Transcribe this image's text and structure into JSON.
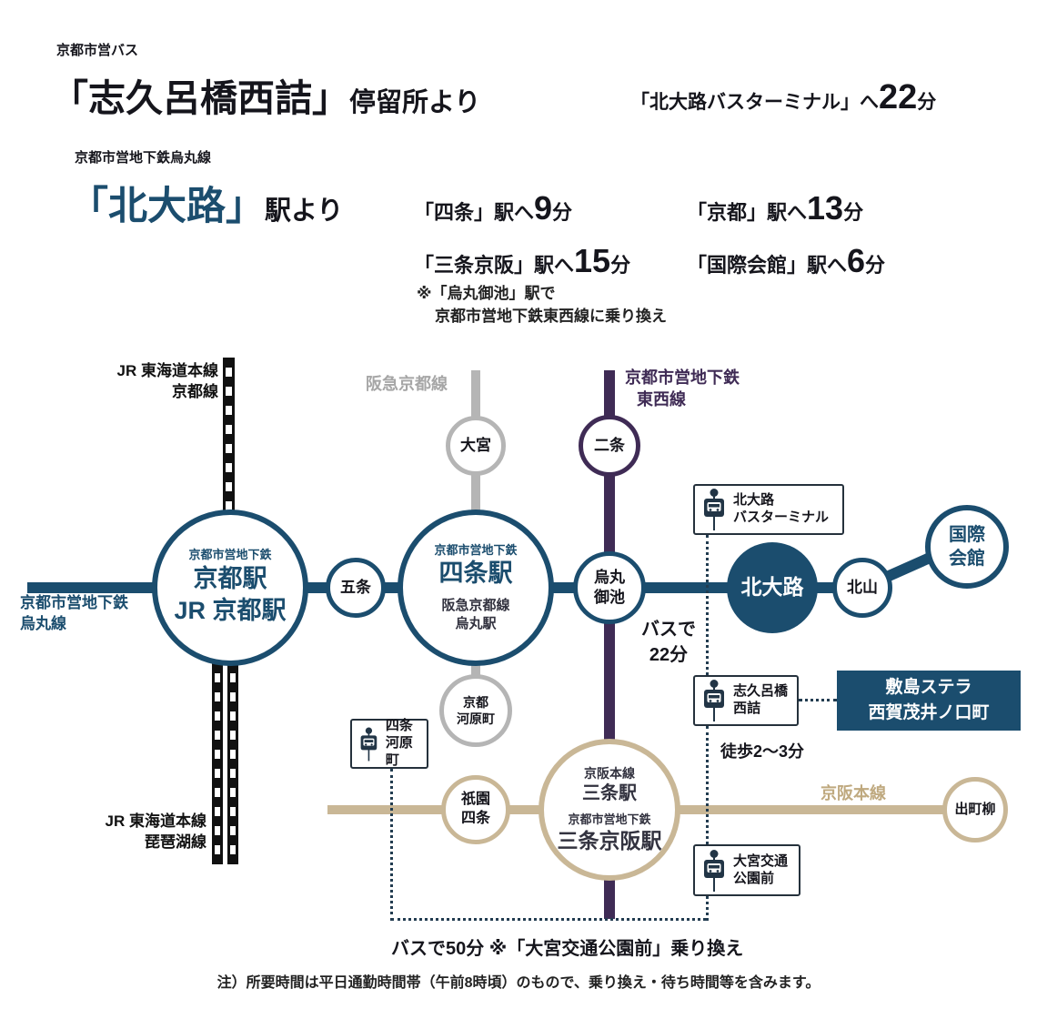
{
  "header": {
    "bus_company": "京都市営バス",
    "bus_stop_name": "「志久呂橋西詰」",
    "bus_stop_suffix": "停留所より",
    "bus_dest": {
      "pre": "「北大路バスターミナル」へ",
      "min": "22",
      "unit": "分"
    },
    "subway_line": "京都市営地下鉄烏丸線",
    "station_name": "「北大路」",
    "station_suffix": "駅より",
    "dest_shijo": {
      "pre": "「四条」駅へ",
      "min": "9",
      "unit": "分"
    },
    "dest_kyoto": {
      "pre": "「京都」駅へ",
      "min": "13",
      "unit": "分"
    },
    "dest_sanjokeihan": {
      "pre": "「三条京阪」駅へ",
      "min": "15",
      "unit": "分"
    },
    "dest_kokusaikaikan": {
      "pre": "「国際会館」駅へ",
      "min": "6",
      "unit": "分"
    },
    "transfer_note_line1": "※「烏丸御池」駅で",
    "transfer_note_line2": "京都市営地下鉄東西線に乗り換え"
  },
  "lines": {
    "jr_top": {
      "l1": "JR 東海道本線",
      "l2": "京都線"
    },
    "jr_bottom": {
      "l1": "JR 東海道本線",
      "l2": "琵琶湖線"
    },
    "hankyu": "阪急京都線",
    "tozai": {
      "l1": "京都市営地下鉄",
      "l2": "東西線"
    },
    "karasuma": {
      "l1": "京都市営地下鉄",
      "l2": "烏丸線"
    },
    "keihan": "京阪本線"
  },
  "stations": {
    "kyoto": {
      "l1": "京都市営地下鉄",
      "l2": "京都駅",
      "l3": "JR 京都駅"
    },
    "gojo": "五条",
    "shijo": {
      "l1": "京都市営地下鉄",
      "l2": "四条駅",
      "l3": "阪急京都線",
      "l4": "烏丸駅"
    },
    "karasuma_oike": {
      "l1": "烏丸",
      "l2": "御池"
    },
    "kitaoji": "北大路",
    "kitayama": "北山",
    "kokusaikaikan": {
      "l1": "国際",
      "l2": "会館"
    },
    "omiya": "大宮",
    "nijo": "二条",
    "kyoto_kawaramachi": {
      "l1": "京都",
      "l2": "河原町"
    },
    "gion_shijo": {
      "l1": "祇園",
      "l2": "四条"
    },
    "sanjo": {
      "l1": "京阪本線",
      "l2": "三条駅",
      "l3": "京都市営地下鉄",
      "l4": "三条京阪駅"
    },
    "demachiyanagi": "出町柳"
  },
  "bus_stops": {
    "kitaoji_terminal": {
      "l1": "北大路",
      "l2": "バスターミナル"
    },
    "shikurobashi": {
      "l1": "志久呂橋",
      "l2": "西詰"
    },
    "shijo_kawaramachi": {
      "l1": "四条",
      "l2": "河原町"
    },
    "omiya_park": {
      "l1": "大宮交通",
      "l2": "公園前"
    }
  },
  "property": {
    "l1": "敷島ステラ",
    "l2": "西賀茂井ノ口町"
  },
  "annotations": {
    "bus22_l1": "バスで",
    "bus22_l2": "22分",
    "walk": "徒歩2～3分",
    "bus50": "バスで50分 ※「大宮交通公園前」乗り換え"
  },
  "footer_note": "注）所要時間は平日通勤時間帯（午前8時頃）のもので、乗り換え・待ち時間等を含みます。",
  "colors": {
    "blue": "#1b4d6e",
    "purple": "#3f2b55",
    "gray": "#b5b5b5",
    "tan": "#c9b796",
    "ink": "#15151c",
    "dot": "#223c50"
  }
}
